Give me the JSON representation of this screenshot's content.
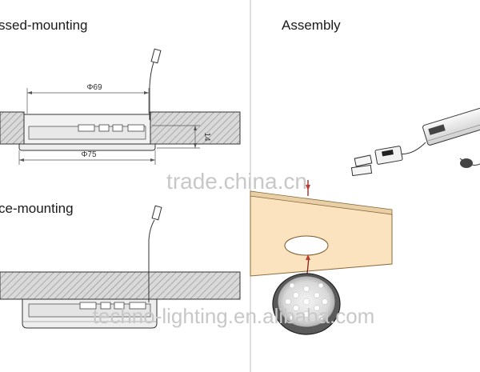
{
  "sections": {
    "recessed_title": "ssed-mounting",
    "surface_title": "ce-mounting",
    "assembly_title": "Assembly"
  },
  "dimensions": {
    "inner_diameter": "Φ69",
    "outer_diameter": "Φ75",
    "height": "14"
  },
  "watermarks": {
    "top": "trade.china.cn",
    "bottom": "techno-lighting.en.alibaba.com"
  },
  "colors": {
    "line": "#333333",
    "hatch": "#777777",
    "wood": "#fbe3bf",
    "wood_edge": "#8a6a3a",
    "arrow_red": "#c0392b"
  }
}
